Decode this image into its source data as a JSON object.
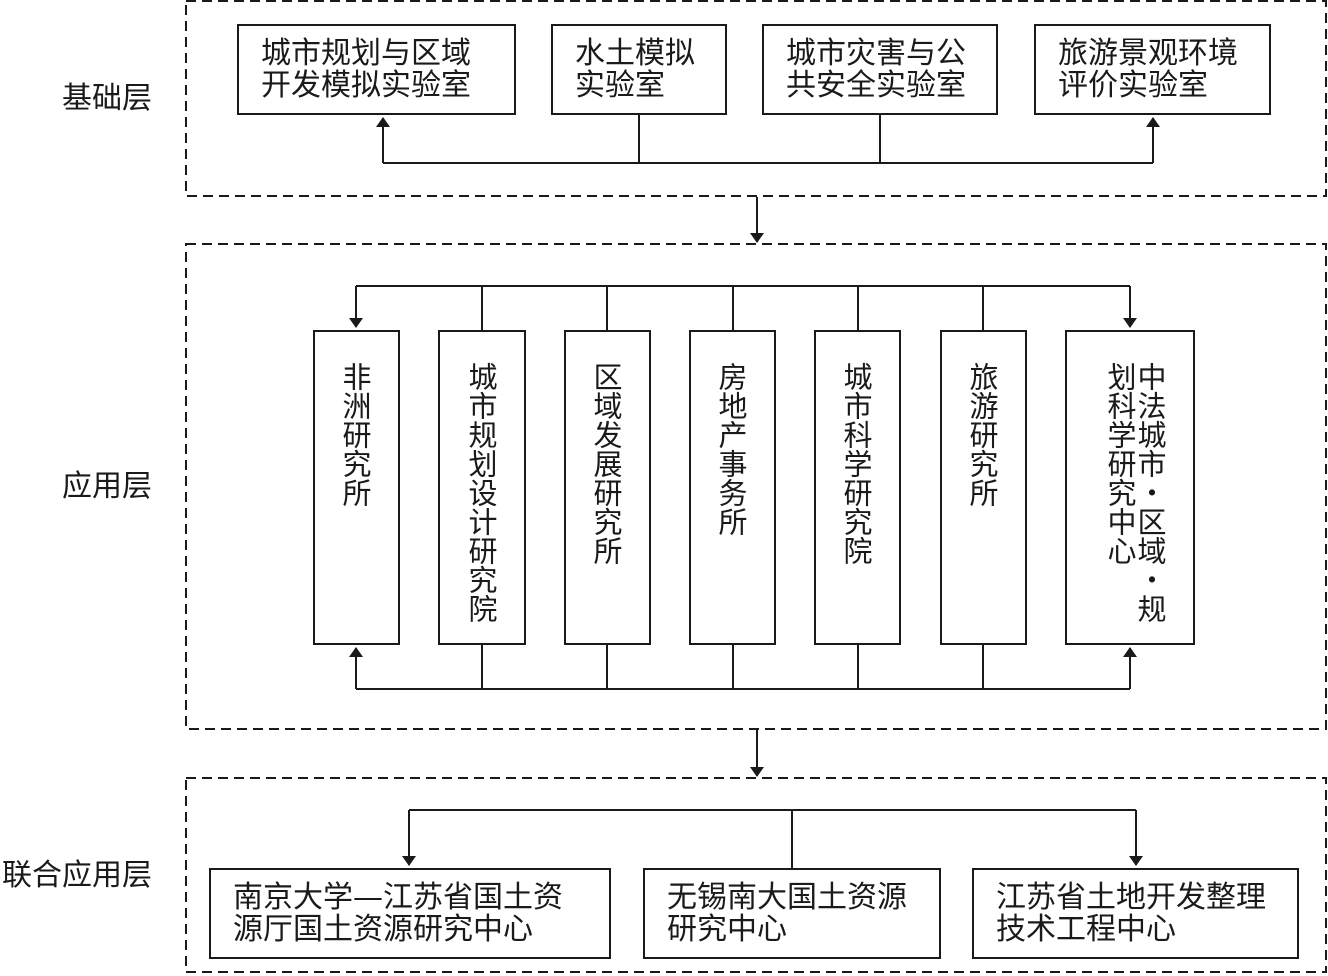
{
  "layers": {
    "foundation": {
      "label": "基础层",
      "labs": [
        {
          "line1": "城市规划与区域",
          "line2": "开发模拟实验室"
        },
        {
          "line1": "水土模拟",
          "line2": "实验室"
        },
        {
          "line1": "城市灾害与公",
          "line2": "共安全实验室"
        },
        {
          "line1": "旅游景观环境",
          "line2": "评价实验室"
        }
      ]
    },
    "application": {
      "label": "应用层",
      "institutes": [
        {
          "text": "非洲研究所"
        },
        {
          "text": "城市规划设计研究院"
        },
        {
          "text": "区域发展研究所"
        },
        {
          "text": "房地产事务所"
        },
        {
          "text": "城市科学研究院"
        },
        {
          "text": "旅游研究所"
        },
        {
          "text": "中法城市・区域・规划科学研究中心"
        }
      ]
    },
    "joint": {
      "label": "联合应用层",
      "centers": [
        {
          "line1": "南京大学—江苏省国土资",
          "line2": "源厅国土资源研究中心"
        },
        {
          "line1": "无锡南大国土资源",
          "line2": "研究中心"
        },
        {
          "line1": "江苏省土地开发整理",
          "line2": "技术工程中心"
        }
      ]
    }
  }
}
